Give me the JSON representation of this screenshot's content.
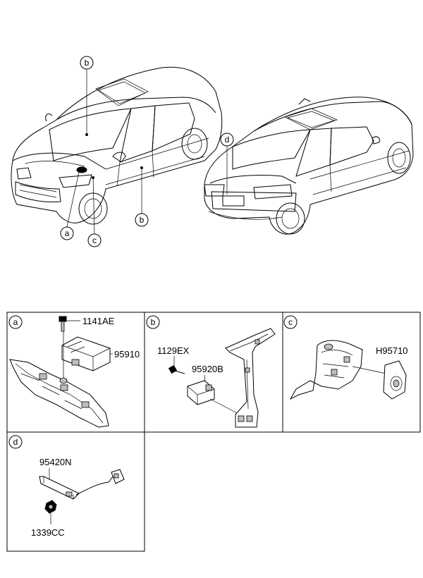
{
  "callouts": {
    "a": "a",
    "b": "b",
    "c": "c",
    "d": "d"
  },
  "panels": {
    "a": {
      "tag": "a",
      "parts": [
        "1141AE",
        "95910"
      ]
    },
    "b": {
      "tag": "b",
      "parts": [
        "1129EX",
        "95920B"
      ]
    },
    "c": {
      "tag": "c",
      "parts": [
        "H95710"
      ]
    },
    "d": {
      "tag": "d",
      "parts": [
        "95420N",
        "1339CC"
      ]
    }
  }
}
